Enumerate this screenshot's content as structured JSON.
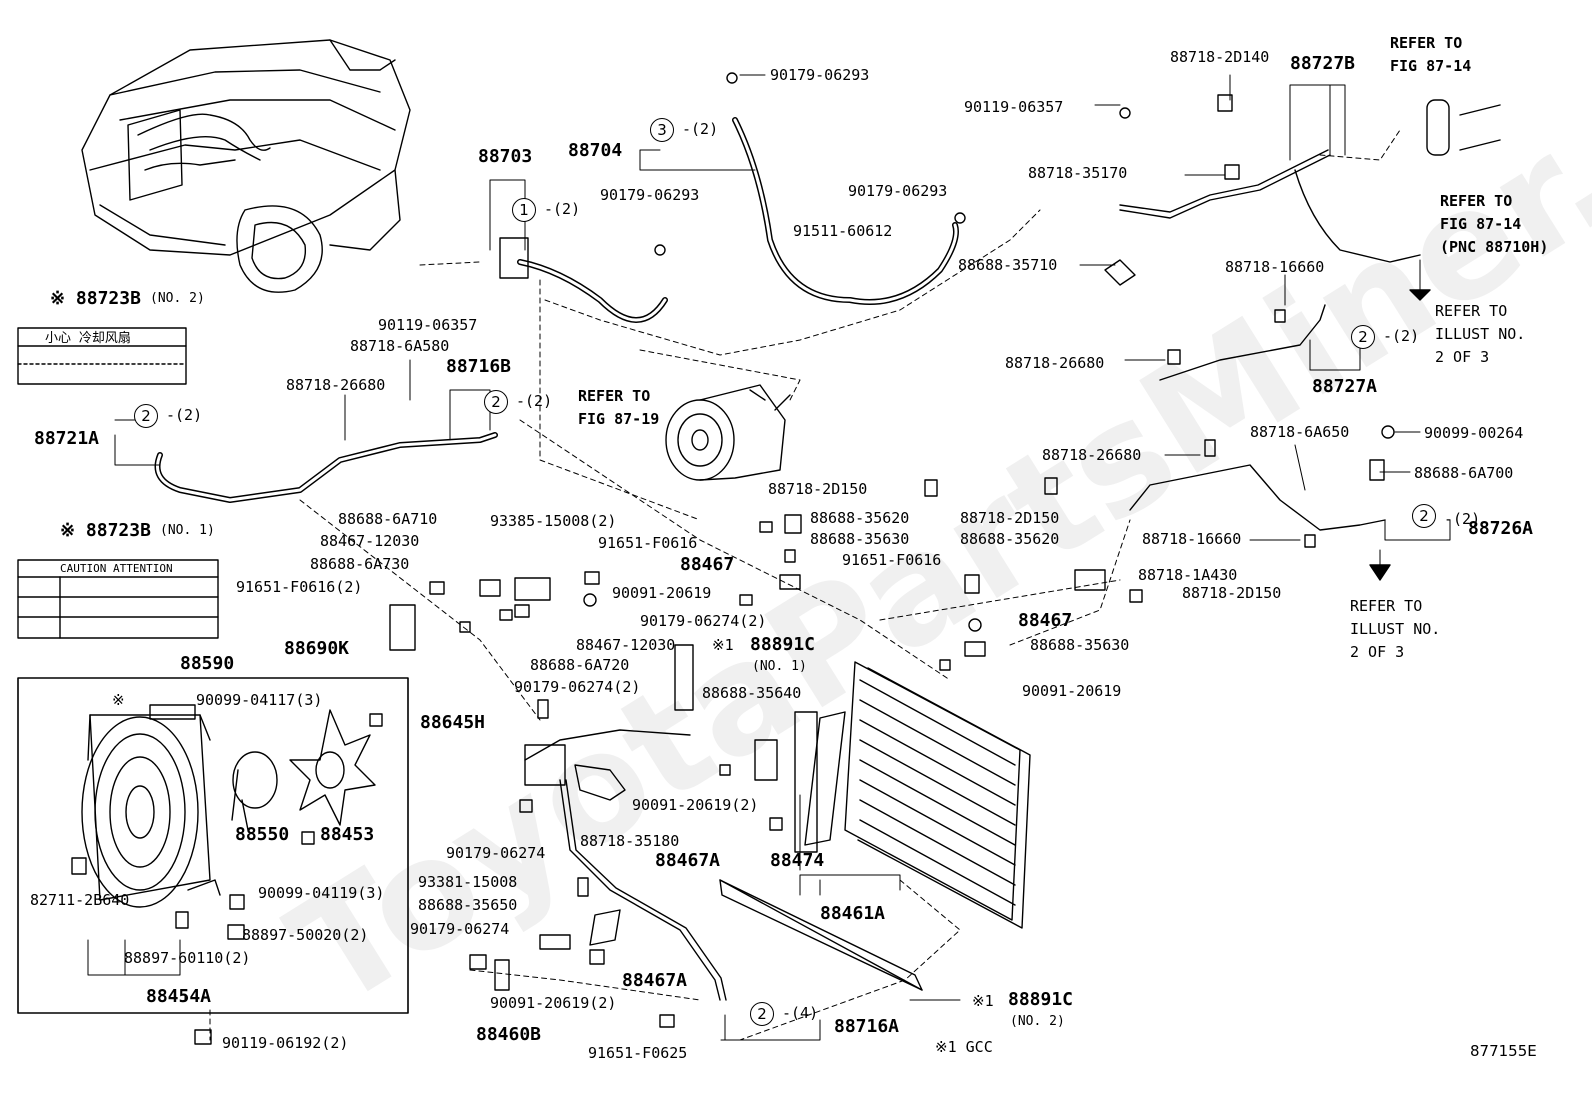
{
  "figure_id": "877155E",
  "footnote": "※1 GCC",
  "watermark": "ToyotaPartsMiner.ru",
  "colors": {
    "ink": "#000000",
    "background": "#ffffff"
  },
  "labels": {
    "p88703": "88703",
    "p88704": "88704",
    "p90179_06293_top": "90179-06293",
    "p90179_06293_a": "90179-06293",
    "p90179_06293_b": "90179-06293",
    "p90119_06357_top": "90119-06357",
    "p90119_06357_left": "90119-06357",
    "p88718_2D140": "88718-2D140",
    "p88727B": "88727B",
    "p88718_35170": "88718-35170",
    "p91511_60612": "91511-60612",
    "p88688_35710": "88688-35710",
    "p88718_16660_top": "88718-16660",
    "p88718_26680_right": "88718-26680",
    "p88727A": "88727A",
    "p88723B_2": "※ 88723B",
    "p88723B_2_no": "(NO. 2)",
    "p88718_6A580": "88718-6A580",
    "p88716B": "88716B",
    "p88718_26680_left": "88718-26680",
    "p88721A": "88721A",
    "p88723B_1": "※ 88723B",
    "p88723B_1_no": "(NO. 1)",
    "p88718_2D150_a": "88718-2D150",
    "p88718_26680_mid": "88718-26680",
    "p88718_6A650": "88718-6A650",
    "p90099_00264": "90099-00264",
    "p88688_6A700": "88688-6A700",
    "p88726A": "88726A",
    "p88718_16660_mid": "88718-16660",
    "p88688_6A710": "88688-6A710",
    "p93385_15008": "93385-15008(2)",
    "p88467_12030_a": "88467-12030",
    "p88688_6A730": "88688-6A730",
    "p91651_F0616_2": "91651-F0616(2)",
    "p91651_F0616_a": "91651-F0616",
    "p88467_a": "88467",
    "p88688_35620_a": "88688-35620",
    "p88688_35630_a": "88688-35630",
    "p88718_2D150_b": "88718-2D150",
    "p88688_35620_b": "88688-35620",
    "p91651_F0616_b": "91651-F0616",
    "p88718_1A430": "88718-1A430",
    "p88718_2D150_c": "88718-2D150",
    "p90091_20619_a": "90091-20619",
    "p90179_06274_2a": "90179-06274(2)",
    "p88467_b": "88467",
    "p88688_35630_b": "88688-35630",
    "p88467_12030_b": "88467-12030",
    "p88891C_1_mark": "※1",
    "p88891C_1": "88891C",
    "p88891C_1_no": "(NO. 1)",
    "p88690K": "88690K",
    "p88688_6A720": "88688-6A720",
    "p90179_06274_2b": "90179-06274(2)",
    "p90091_20619_b": "90091-20619",
    "p88590": "88590",
    "p90099_04117": "90099-04117(3)",
    "p88645H": "88645H",
    "p88688_35640": "88688-35640",
    "p90091_20619_2a": "90091-20619(2)",
    "p88550": "88550",
    "p88453": "88453",
    "p88718_35180": "88718-35180",
    "p90179_06274_a": "90179-06274",
    "p88467A_a": "88467A",
    "p88474": "88474",
    "p90099_04119": "90099-04119(3)",
    "p82711_2B640": "82711-2B640",
    "p93381_15008": "93381-15008",
    "p88461A": "88461A",
    "p88688_35650": "88688-35650",
    "p88897_50020": "88897-50020(2)",
    "p90179_06274_b": "90179-06274",
    "p88897_60110": "88897-60110(2)",
    "p88467A_b": "88467A",
    "p88454A": "88454A",
    "p90091_20619_2b": "90091-20619(2)",
    "p88460B": "88460B",
    "p88891C_2_mark": "※1",
    "p88891C_2": "88891C",
    "p88891C_2_no": "(NO. 2)",
    "p88716A": "88716A",
    "p90119_06192": "90119-06192(2)",
    "p91651_F0625": "91651-F0625"
  },
  "refer_notes": {
    "fig_87_14_top": "REFER TO\nFIG 87-14",
    "fig_87_14_bottom": "REFER TO\nFIG 87-14\n(PNC 88710H)",
    "fig_87_19": "REFER TO\nFIG 87-19",
    "illust_2of3_a": "REFER TO\nILLUST NO.\n2 OF 3",
    "illust_2of3_b": "REFER TO\nILLUST NO.\n2 OF 3"
  },
  "callouts": [
    {
      "num": "3",
      "qty": "-(2)"
    },
    {
      "num": "1",
      "qty": "-(2)"
    },
    {
      "num": "2",
      "qty": "-(2)"
    },
    {
      "num": "2",
      "qty": "-(2)"
    },
    {
      "num": "2",
      "qty": "-(2)"
    },
    {
      "num": "2",
      "qty": "-(2)"
    },
    {
      "num": "2",
      "qty": "-(4)"
    }
  ],
  "warning_labels": {
    "no2_text": "小心  冷却风扇",
    "no1_text": "CAUTION  ATTENTION"
  }
}
